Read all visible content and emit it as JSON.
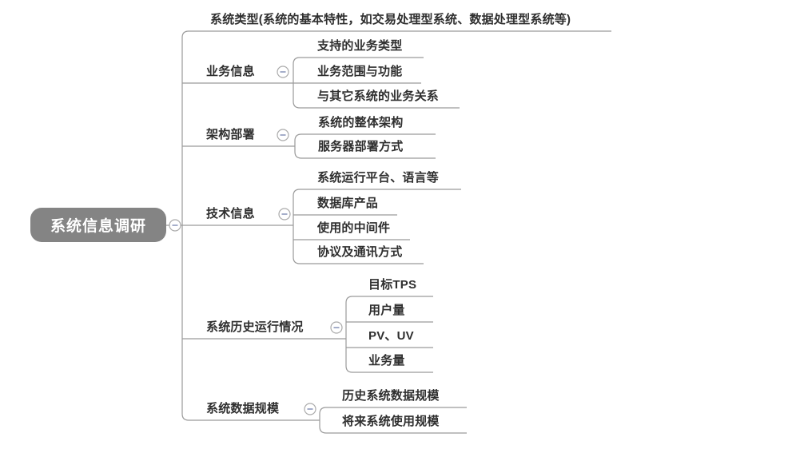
{
  "mindmap": {
    "root": {
      "label": "系统信息调研"
    },
    "branches": [
      {
        "label": "系统类型(系统的基本特性，如交易处理型系统、数据处理型系统等)",
        "children": []
      },
      {
        "label": "业务信息",
        "children": [
          {
            "label": "支持的业务类型"
          },
          {
            "label": "业务范围与功能"
          },
          {
            "label": "与其它系统的业务关系"
          }
        ]
      },
      {
        "label": "架构部署",
        "children": [
          {
            "label": "系统的整体架构"
          },
          {
            "label": "服务器部署方式"
          }
        ]
      },
      {
        "label": "技术信息",
        "children": [
          {
            "label": "系统运行平台、语言等"
          },
          {
            "label": "数据库产品"
          },
          {
            "label": "使用的中间件"
          },
          {
            "label": "协议及通讯方式"
          }
        ]
      },
      {
        "label": "系统历史运行情况",
        "children": [
          {
            "label": "目标TPS"
          },
          {
            "label": "用户量"
          },
          {
            "label": "PV、UV"
          },
          {
            "label": "业务量"
          }
        ]
      },
      {
        "label": "系统数据规模",
        "children": [
          {
            "label": "历史系统数据规模"
          },
          {
            "label": "将来系统使用规模"
          }
        ]
      }
    ],
    "icons": {
      "collapse": "minus-in-circle"
    },
    "colors": {
      "background": "#ffffff",
      "line": "#9a9a9a",
      "topic_text": "#2f2f2f",
      "root_fill": "#848484",
      "root_text": "#ffffff",
      "collapse_ring": "#ababab",
      "collapse_minus": "#8793b8"
    }
  }
}
